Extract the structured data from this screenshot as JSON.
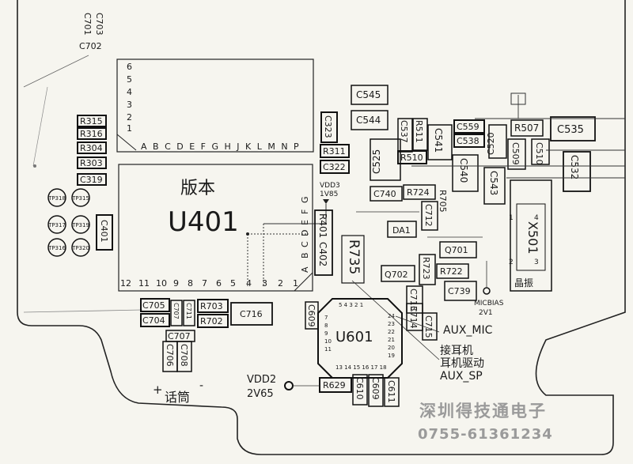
{
  "colors": {
    "ink": "#1c1c1c",
    "board": "#f6f5ef",
    "stamp": "#9a9a9a",
    "trace": "#555555"
  },
  "caps_corner": [
    "C703",
    "C701",
    "C702"
  ],
  "bga": {
    "rows": [
      "6",
      "5",
      "4",
      "3",
      "2",
      "1"
    ],
    "cols": "A B C D E F G H J K L M N P"
  },
  "u401": {
    "chinese": "版本",
    "name": "U401",
    "rows": [
      "A",
      "B",
      "C",
      "D",
      "E",
      "F",
      "G"
    ],
    "cols": [
      "12",
      "11",
      "10",
      "9",
      "8",
      "7",
      "6",
      "5",
      "4",
      "3",
      "2",
      "1"
    ]
  },
  "vdd3": {
    "line1": "VDD3",
    "line2": "1V85"
  },
  "left_resistors": [
    "R315",
    "R316",
    "R304",
    "R303",
    "C319"
  ],
  "test_points": [
    "TP318",
    "TP315",
    "TP317",
    "TP319",
    "TP316",
    "TP320"
  ],
  "c401": "C401",
  "parts": {
    "c545": "C545",
    "c544": "C544",
    "c323": "C323",
    "r311": "R311",
    "c322": "C322",
    "c525": "C525",
    "c537": "C537",
    "r511": "R511",
    "c541": "C541",
    "r510": "R510",
    "c559": "C559",
    "c538": "C538",
    "c520": "C520",
    "r507": "R507",
    "c535": "C535",
    "c509": "C509",
    "c510": "C510",
    "c532": "C532",
    "c540": "C540",
    "c543": "C543",
    "c740": "C740",
    "r724": "R724",
    "r705": "R705",
    "c712": "C712",
    "da1": "DA1",
    "r401": "R401",
    "c402": "C402",
    "r735": "R735",
    "q702": "Q702",
    "r723": "R723",
    "q701": "Q701",
    "r722": "R722",
    "c739": "C739",
    "c713": "C713",
    "c714": "C714",
    "c715": "C715",
    "c705": "C705",
    "c704": "C704",
    "c707": "C707",
    "c711": "C711",
    "r703": "R703",
    "r702": "R702",
    "c716": "C716",
    "c609": "C609",
    "u601": "U601",
    "c707b": "C707",
    "c706": "C706",
    "c708": "C708",
    "r629": "R629",
    "c610": "C610",
    "c609b": "C609",
    "c611": "C611"
  },
  "x501": {
    "name": "X501",
    "note": "晶振",
    "pins": [
      "4",
      "1",
      "3",
      "2"
    ]
  },
  "u601_pins": {
    "top": "5 4 3 2 1",
    "left": [
      "7",
      "8",
      "9",
      "10",
      "11"
    ],
    "right": [
      "24",
      "23",
      "22",
      "21",
      "20",
      "19"
    ],
    "bottom": "13 14 15 16 17 18"
  },
  "micbias": {
    "line1": "MICBIAS",
    "line2": "2V1"
  },
  "aux": {
    "mic": "AUX_MIC",
    "earpiece": "接耳机",
    "drive": "耳机驱动",
    "sp": "AUX_SP"
  },
  "vdd2": {
    "line1": "VDD2",
    "line2": "2V65"
  },
  "mic": {
    "plus": "+",
    "label": "话筒",
    "minus": "-"
  },
  "watermark": {
    "company": "深圳得技通电子",
    "phone": "0755-61361234"
  }
}
